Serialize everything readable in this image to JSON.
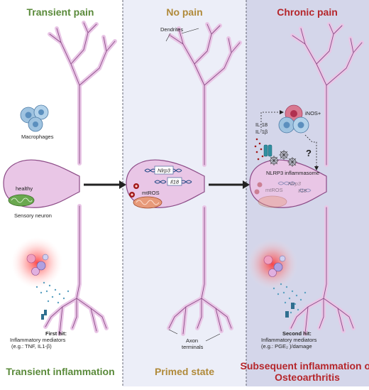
{
  "panels": [
    {
      "title": "Transient pain",
      "footer": "Transient inflammation",
      "title_color": "#5a8a3a",
      "footer_color": "#5a8a3a",
      "bg": "#ffffff"
    },
    {
      "title": "No pain",
      "footer": "Primed state",
      "title_color": "#b08a3a",
      "footer_color": "#b08a3a",
      "bg": "#eceef8"
    },
    {
      "title": "Chronic pain",
      "footer_line1": "Subsequent inflammation or",
      "footer_line2": "Osteoarthritis",
      "title_color": "#b5262b",
      "footer_color": "#b5262b",
      "bg": "#d4d6ea"
    }
  ],
  "labels": {
    "macrophages": "Macrophages",
    "healthy": "healthy",
    "sensory_neuron": "Sensory neuron",
    "first_hit": "First hit:",
    "first_hit_line2": "Inflammatory mediators",
    "first_hit_line3": "(e.g.: TNF, IL1-β)",
    "dendrites": "Dendrites",
    "mtros": "mtROS",
    "nlrp3_gene": "Nlrp3",
    "il18_gene": "Il18",
    "axon_terminals_line1": "Axon",
    "axon_terminals_line2": "terminals",
    "inos": "iNOS+",
    "il18": "IL-18",
    "il1b": "IL-1β",
    "question": "?",
    "nlrp3_inflammasome": "NLRP3 inflammasome",
    "mtros_faded": "mtROS",
    "nlrp3_faded": "Nlrp3",
    "il18_faded": "Il18",
    "second_hit": "Second hit:",
    "second_hit_line2": "Inflammatory mediators",
    "second_hit_line3": "(e.g.: PGE₂ )/damage"
  },
  "colors": {
    "neuron_fill": "#e9c6e6",
    "neuron_stroke": "#8b4a86",
    "arrow": "#222222",
    "inflammation_glow": "#ff4a4a",
    "macrophage": "#9fc3e0",
    "mitochondria_green": "#5a9a3a",
    "mitochondria_red": "#c0392b",
    "ros": "#a01818"
  },
  "icons": [
    "arrow-right-icon",
    "macrophage-icon",
    "mitochondrion-icon",
    "dna-icon",
    "ros-icon",
    "inflammasome-icon",
    "ion-channel-icon",
    "inflammation-site-icon"
  ]
}
